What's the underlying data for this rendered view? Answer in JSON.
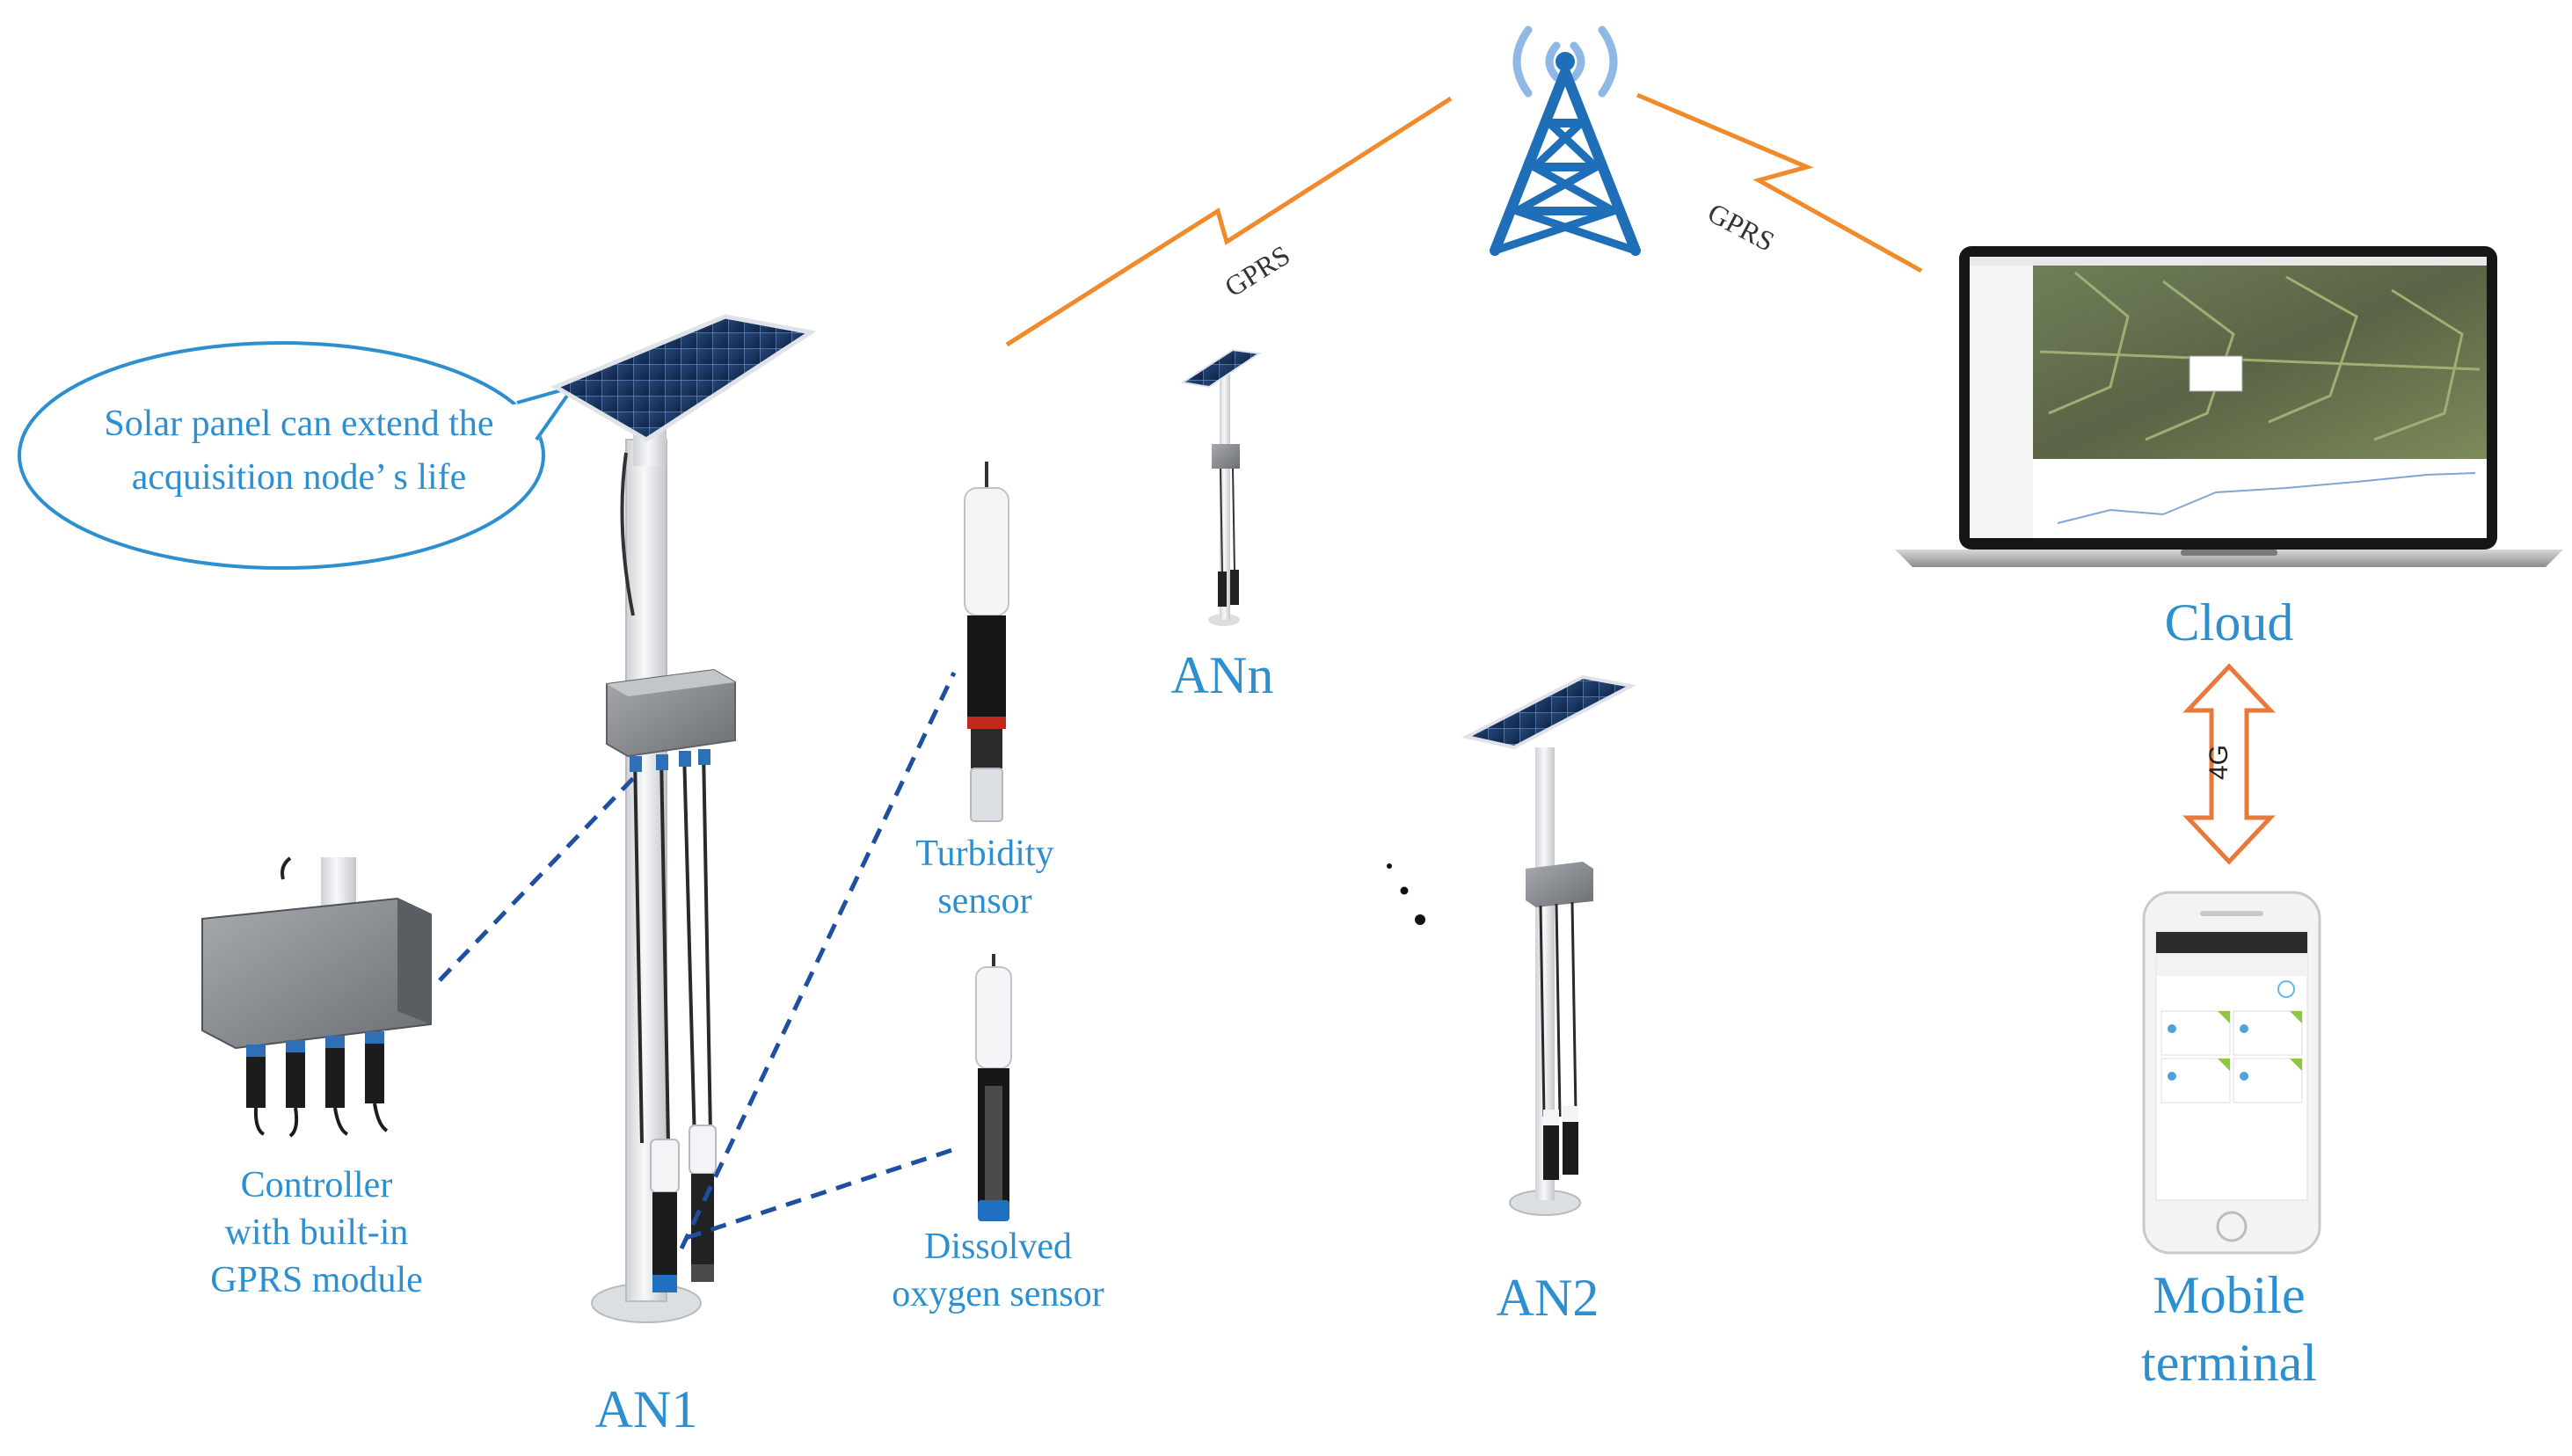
{
  "labels": {
    "bubble_line1": "Solar panel can extend the",
    "bubble_line2": "acquisition node’ s life",
    "controller_line1": "Controller",
    "controller_line2": "with built-in",
    "controller_line3": "GPRS module",
    "turbidity_line1": "Turbidity",
    "turbidity_line2": "sensor",
    "dissolved_line1": "Dissolved",
    "dissolved_line2": "oxygen sensor",
    "an1": "AN1",
    "ann": "ANn",
    "an2": "AN2",
    "cloud": "Cloud",
    "mobile_line1": "Mobile",
    "mobile_line2": "terminal",
    "gprs_left": "GPRS",
    "gprs_right": "GPRS",
    "link_4g": "4G"
  },
  "colors": {
    "label_blue": "#2e8fd0",
    "tower_blue": "#1f6fb8",
    "lightning_orange": "#f08a2a",
    "arrow_orange": "#e8793a",
    "dash_blue": "#1f4fa0"
  }
}
